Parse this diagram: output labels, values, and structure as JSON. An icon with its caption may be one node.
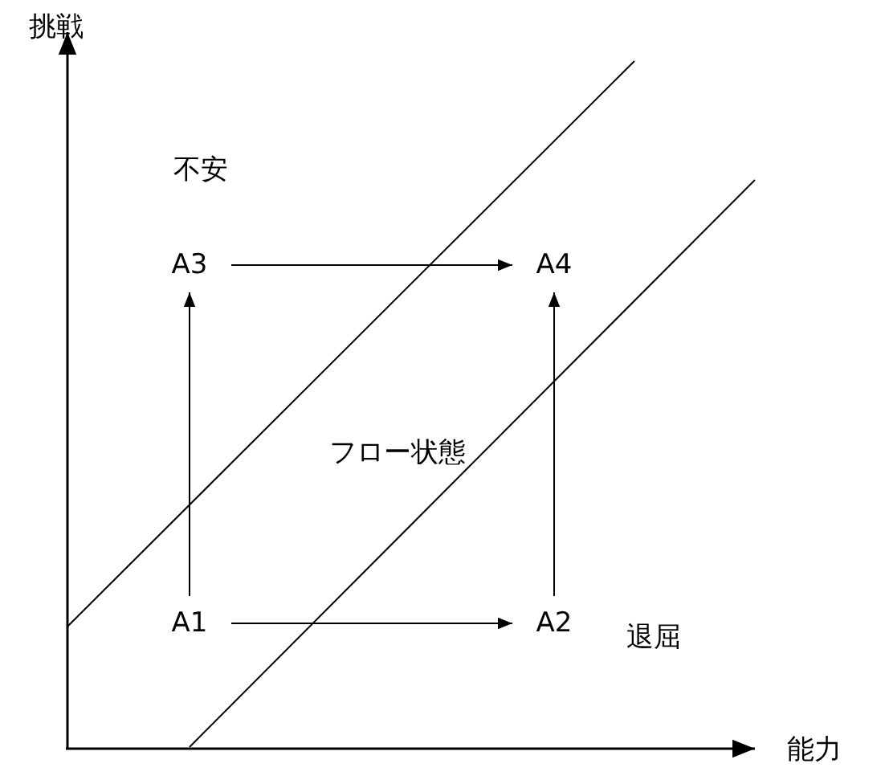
{
  "diagram": {
    "nodes": [
      {
        "text": [
          "A3"
        ]
      },
      {
        "text": [
          "A4"
        ]
      },
      {
        "text": [
          "A1"
        ]
      },
      {
        "text": [
          "A2"
        ]
      }
    ],
    "edges": [
      {
        "from": 0,
        "to": 1,
        "arrow": "to"
      },
      {
        "from": 2,
        "to": 0,
        "arrow": "to"
      },
      {
        "from": 3,
        "to": 1,
        "arrow": "to"
      },
      {
        "from": 2,
        "to": 3,
        "arrow": "to"
      }
    ],
    "labels": [
      "挑戦",
      "不安",
      "フロー状態",
      "退屈",
      "能力"
    ]
  }
}
